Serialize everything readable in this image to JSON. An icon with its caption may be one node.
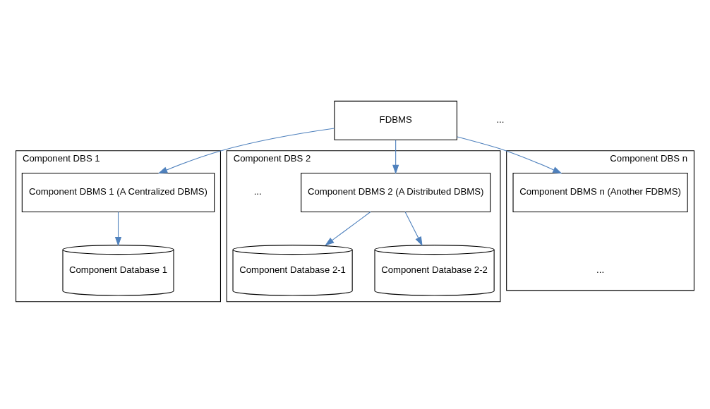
{
  "diagram": {
    "nodes": [
      {
        "text": [
          "FDBMS"
        ]
      },
      {
        "text": [
          "Component DBS 1"
        ]
      },
      {
        "text": [
          "Component DBMS 1 (A Centralized DBMS)"
        ],
        "in": 1
      },
      {
        "text": [
          "Component Database 1"
        ],
        "in": 1
      },
      {
        "text": [
          "Component DBS 2"
        ]
      },
      {
        "text": [
          "Component DBMS 2 (A Distributed DBMS)"
        ],
        "in": 4
      },
      {
        "text": [
          "Component Database 2-1"
        ],
        "in": 4
      },
      {
        "text": [
          "Component Database 2-2"
        ],
        "in": 4
      },
      {
        "text": [
          "Component DBS n"
        ]
      },
      {
        "text": [
          "Component DBMS n (Another FDBMS)"
        ],
        "in": 8
      }
    ],
    "edges": [
      {
        "from": 0,
        "to": 2,
        "arrow": "to"
      },
      {
        "from": 0,
        "to": 5,
        "arrow": "to"
      },
      {
        "from": 0,
        "to": 9,
        "arrow": "to"
      },
      {
        "from": 2,
        "to": 3,
        "arrow": "to"
      },
      {
        "from": 5,
        "to": 6,
        "arrow": "to"
      },
      {
        "from": 5,
        "to": 7,
        "arrow": "to"
      }
    ],
    "labels": [
      "...",
      "...",
      "..."
    ]
  }
}
